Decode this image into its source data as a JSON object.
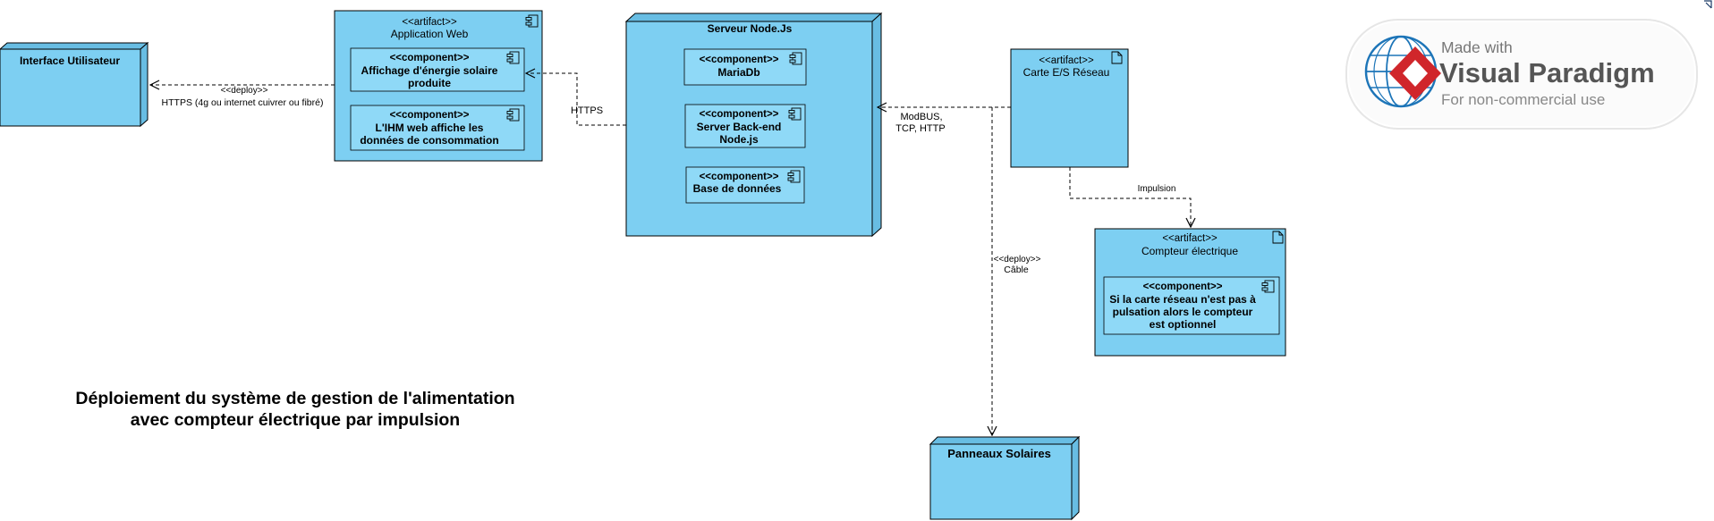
{
  "diagram": {
    "title_line1": "Déploiement du système de gestion de l'alimentation",
    "title_line2": "avec compteur électrique par impulsion"
  },
  "colors": {
    "fill": "#7dcff2",
    "fill_inner": "#8fd9f7",
    "depth": "#68bde3",
    "stroke": "#000000",
    "watermark_red": "#d0262b",
    "watermark_blue": "#1d75b8",
    "watermark_gray": "#555555"
  },
  "nodes": {
    "interface": {
      "name": "Interface Utilisateur"
    },
    "serveur": {
      "name": "Serveur Node.Js"
    },
    "panneaux": {
      "name": "Panneaux Solaires"
    }
  },
  "artifacts": {
    "appweb": {
      "stereotype": "<<artifact>>",
      "name": "Application Web",
      "icon": "component-icon"
    },
    "carte": {
      "stereotype": "<<artifact>>",
      "name": "Carte E/S Réseau",
      "icon": "document-icon"
    },
    "compteur": {
      "stereotype": "<<artifact>>",
      "name": "Compteur électrique",
      "icon": "document-icon"
    }
  },
  "components": {
    "affichage": {
      "stereotype": "<<component>>",
      "line1": "Affichage d'énergie solaire",
      "line2": "produite"
    },
    "ihm": {
      "stereotype": "<<component>>",
      "line1": "L'IHM web affiche les",
      "line2": "données de consommation"
    },
    "mariadb": {
      "stereotype": "<<component>>",
      "line1": "MariaDb"
    },
    "backend": {
      "stereotype": "<<component>>",
      "line1": "Server Back-end",
      "line2": "Node.js"
    },
    "basedonnees": {
      "stereotype": "<<component>>",
      "line1": "Base de données"
    },
    "optionnel": {
      "stereotype": "<<component>>",
      "line1": "Si la carte réseau n'est pas à",
      "line2": "pulsation alors le compteur",
      "line3": "est optionnel"
    }
  },
  "connectors": {
    "deploy_https": {
      "stereotype": "<<deploy>>",
      "label": "HTTPS (4g ou internet cuivrer ou fibré)"
    },
    "https": {
      "label": "HTTPS"
    },
    "modbus": {
      "line1": "ModBUS,",
      "line2": "TCP, HTTP"
    },
    "impulsion": {
      "label": "Impulsion"
    },
    "deploy_cable": {
      "stereotype": "<<deploy>>",
      "label": "Câble"
    }
  },
  "watermark": {
    "made_with": "Made with",
    "brand": "Visual Paradigm",
    "sub": "For non-commercial use"
  }
}
